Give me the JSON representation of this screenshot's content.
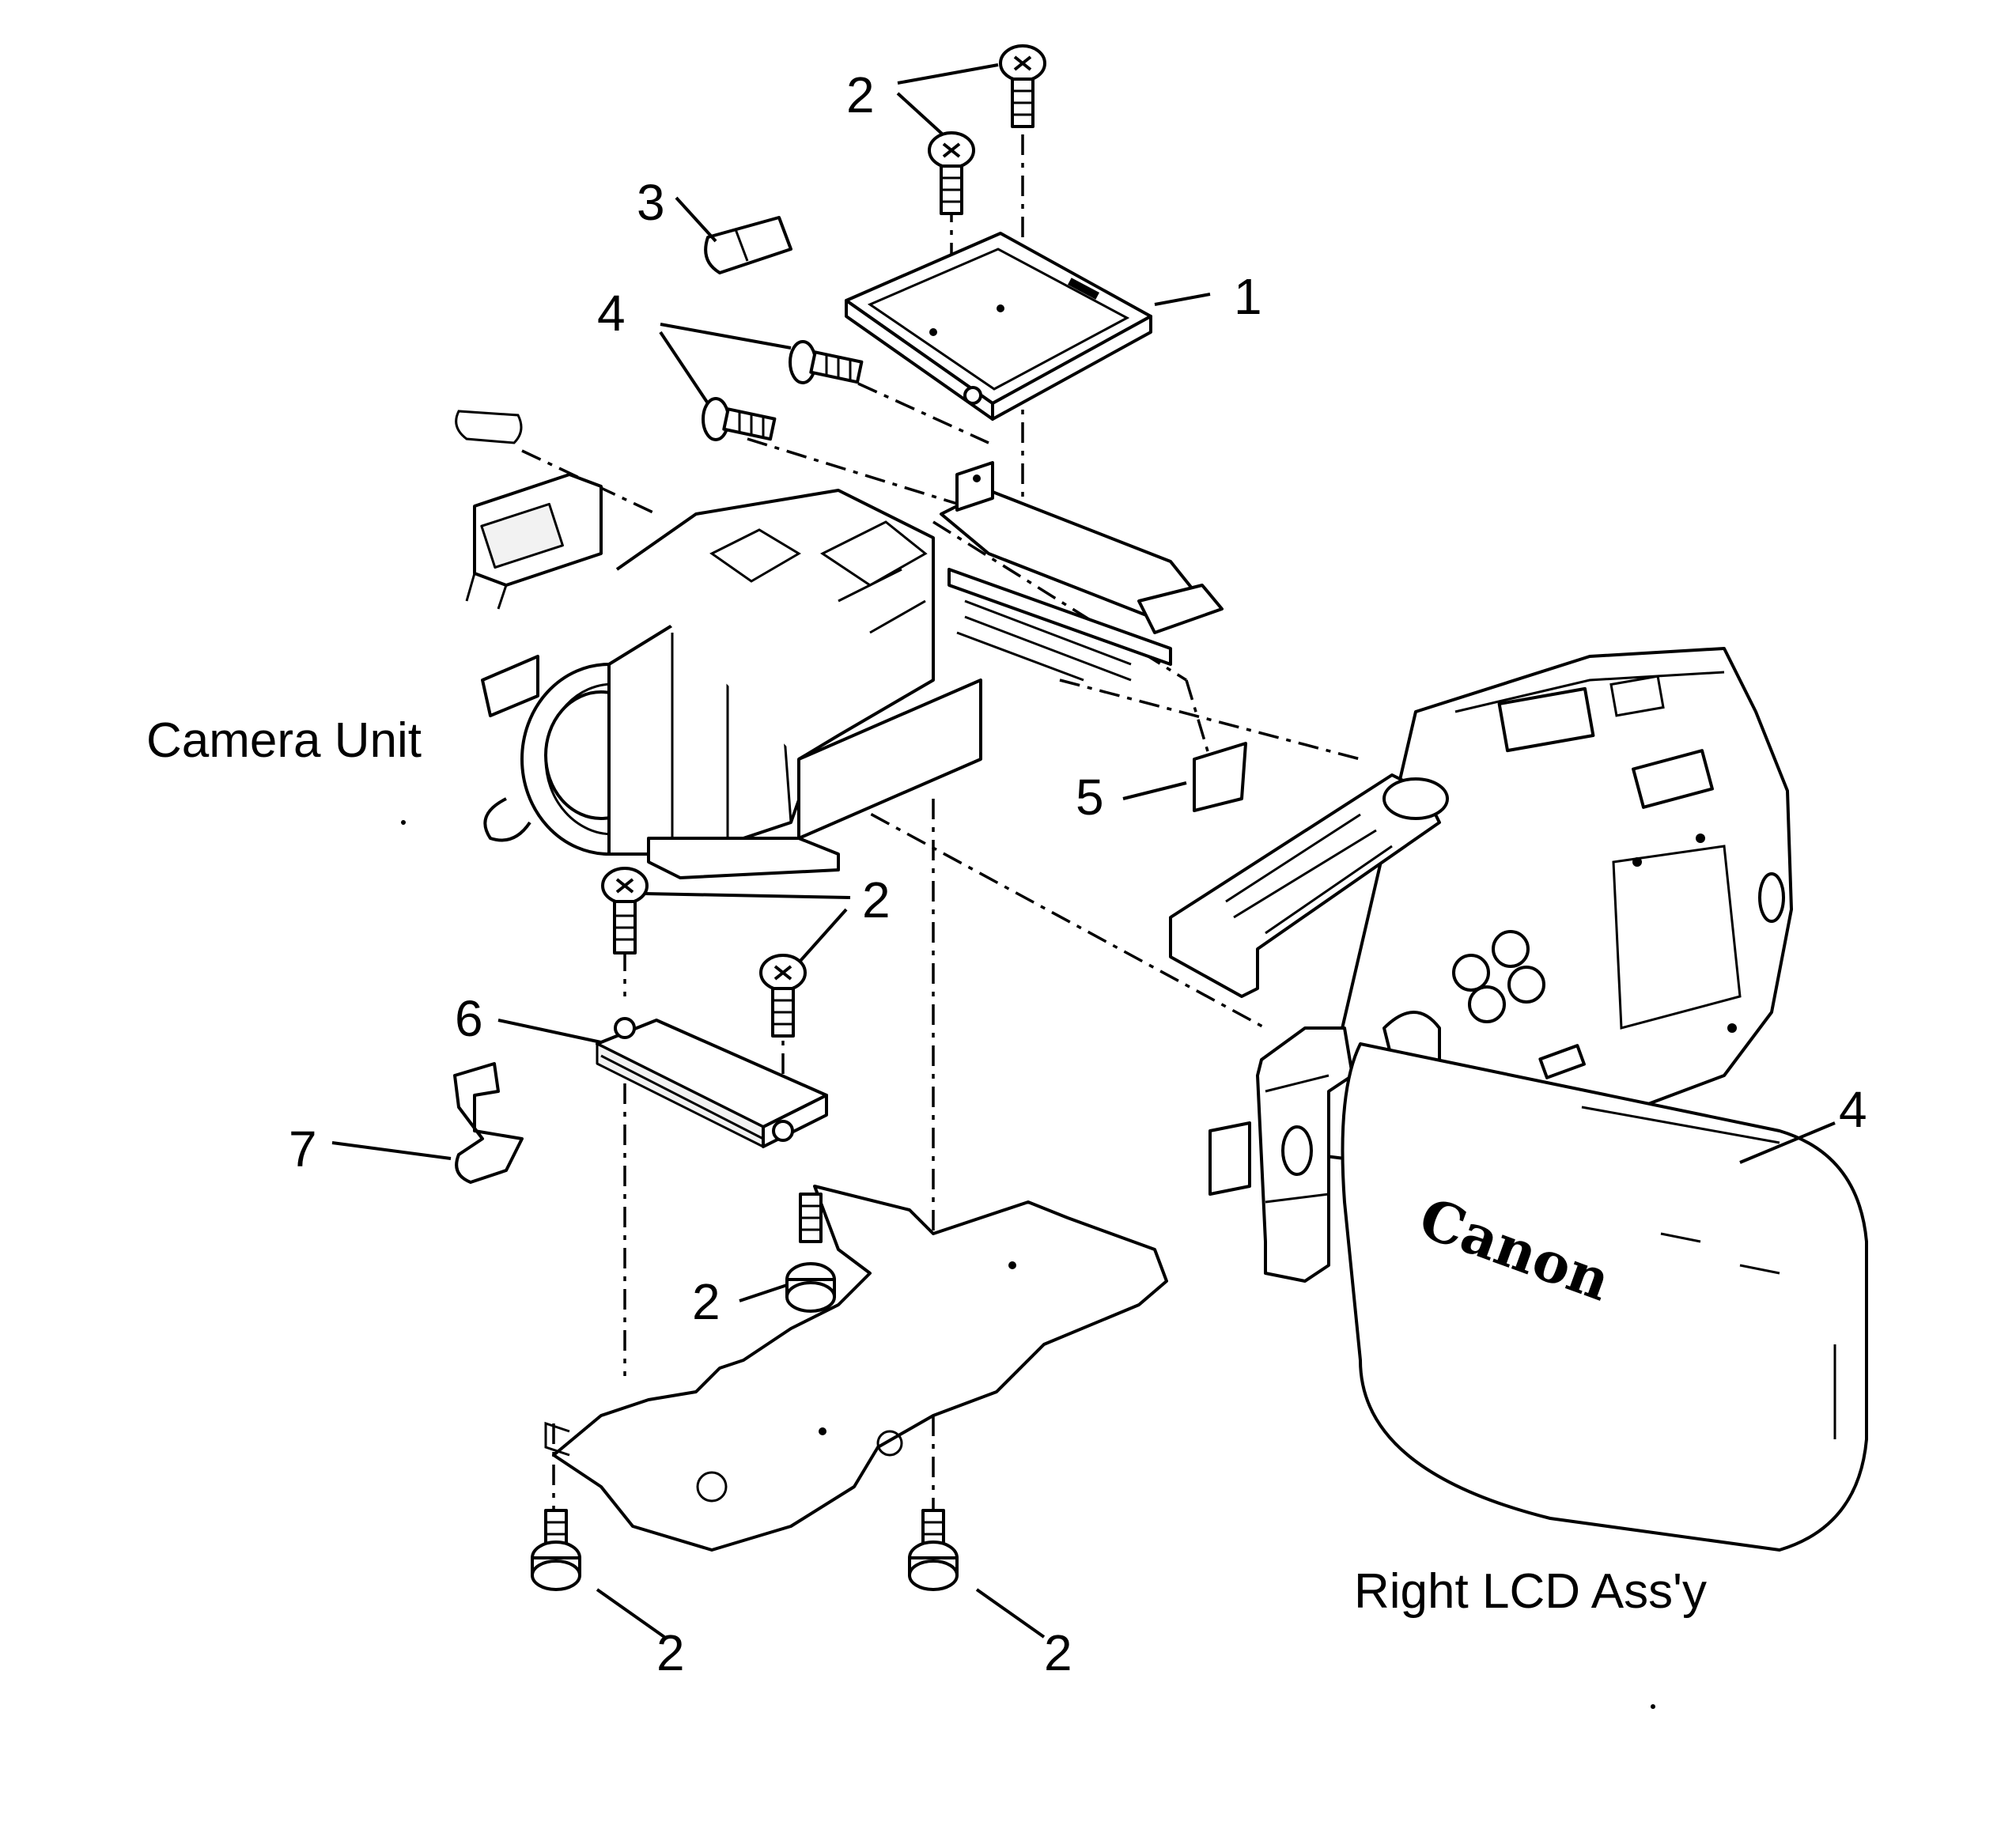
{
  "captions": {
    "camera_unit": "Camera Unit",
    "right_lcd": "Right LCD Ass'y",
    "brand": "Canon"
  },
  "callouts": {
    "c1": "1",
    "c2_top": "2",
    "c2_mid": "2",
    "c2_board": "2",
    "c2_bottom_left": "2",
    "c2_bottom_right": "2",
    "c3": "3",
    "c4_top": "4",
    "c4_right": "4",
    "c5": "5",
    "c6": "6",
    "c7": "7"
  },
  "colors": {
    "line": "#000000",
    "background": "#ffffff"
  }
}
